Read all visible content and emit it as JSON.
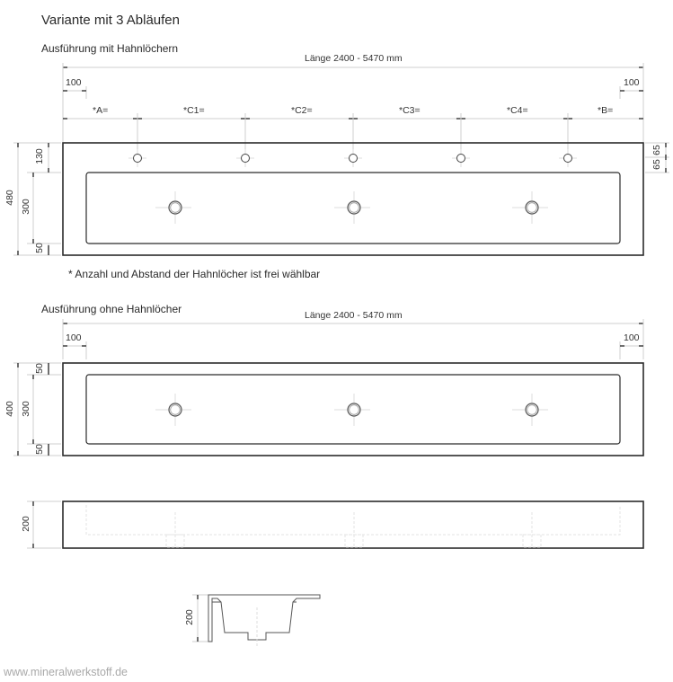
{
  "title": "Variante mit 3 Abläufen",
  "view1": {
    "heading": "Ausführung mit Hahnlöchern",
    "length_label": "Länge 2400 - 5470 mm",
    "left_offset": "100",
    "right_offset": "100",
    "segments": [
      "*A=",
      "*C1=",
      "*C2=",
      "*C3=",
      "*C4=",
      "*B="
    ],
    "height_total": "480",
    "height_top": "130",
    "height_basin": "300",
    "height_bottom": "50",
    "right_dims": [
      "65",
      "65"
    ],
    "tap_holes": 5,
    "drains": 3,
    "note": "* Anzahl und Abstand der Hahnlöcher ist frei wählbar"
  },
  "view2": {
    "heading": "Ausführung ohne Hahnlöcher",
    "length_label": "Länge 2400 - 5470 mm",
    "left_offset": "100",
    "right_offset": "100",
    "height_total": "400",
    "height_top": "50",
    "height_basin": "300",
    "height_bottom": "50",
    "drains": 3
  },
  "front_view": {
    "height": "200"
  },
  "section_view": {
    "height": "200"
  },
  "watermark": "www.mineralwerkstoff.de"
}
